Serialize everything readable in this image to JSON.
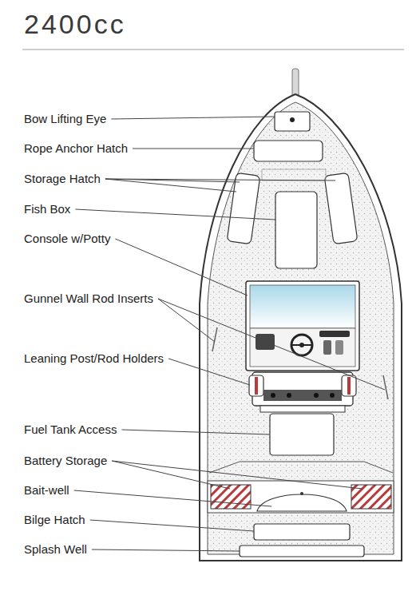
{
  "diagram": {
    "title": "2400cc",
    "labels": [
      "Bow Lifting Eye",
      "Rope Anchor Hatch",
      "Storage Hatch",
      "Fish Box",
      "Console w/Potty",
      "Gunnel Wall Rod Inserts",
      "Leaning Post/Rod Holders",
      "Fuel Tank Access",
      "Battery Storage",
      "Bait-well",
      "Bilge Hatch",
      "Splash Well"
    ]
  }
}
